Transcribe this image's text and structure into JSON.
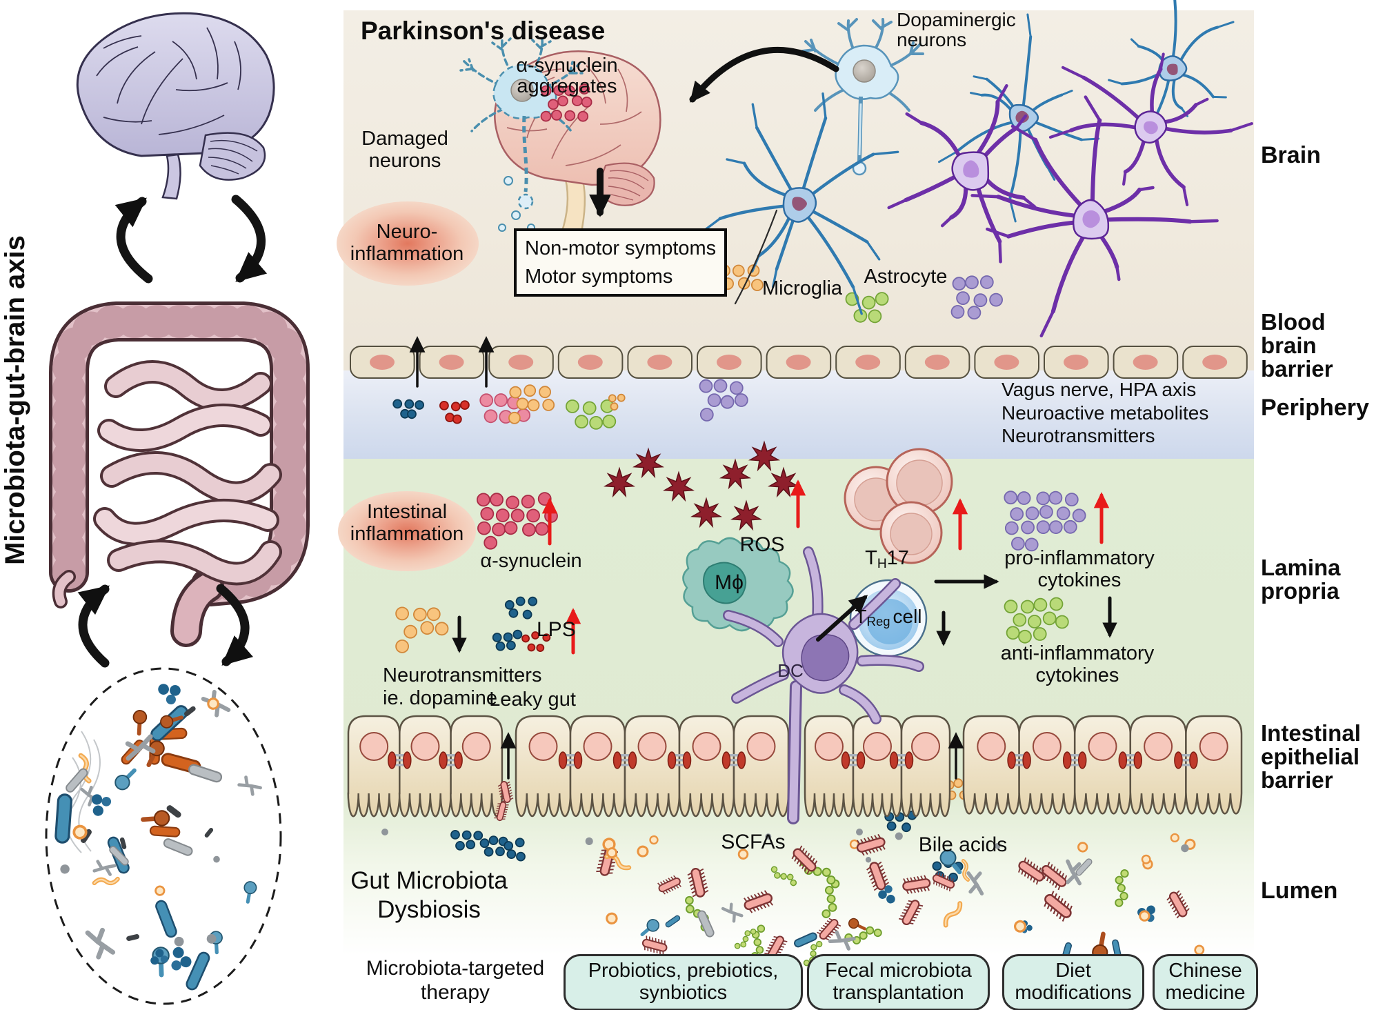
{
  "figure": {
    "axis_label": "Microbiota-gut-brain axis",
    "title": "Parkinson's disease"
  },
  "brain_section": {
    "damaged_neurons": "Damaged\nneurons",
    "alpha_synuclein_aggregates": "α-synuclein\naggregates",
    "neuro_inflammation": "Neuro-\ninflammation",
    "symptoms": {
      "line1": "Non-motor symptoms",
      "line2": "Motor symptoms"
    },
    "microglia": "Microglia",
    "astrocyte": "Astrocyte",
    "dopaminergic_neurons": "Dopaminergic\nneurons"
  },
  "region_labels": {
    "brain": "Brain",
    "blood_brain_barrier": "Blood\nbrain\nbarrier",
    "periphery": "Periphery",
    "lamina_propria": "Lamina\npropria",
    "intestinal_epithelial_barrier": "Intestinal\nepithelial\nbarrier",
    "lumen": "Lumen"
  },
  "periphery_section": {
    "signals": "Vagus nerve, HPA axis\nNeuroactive metabolites\nNeurotransmitters"
  },
  "lamina_propria_section": {
    "intestinal_inflammation": "Intestinal\ninflammation",
    "alpha_synuclein": "α-synuclein",
    "ros": "ROS",
    "macrophage": "Mϕ",
    "th17": {
      "t": "T",
      "sub": "H",
      "rest": "17"
    },
    "treg": {
      "t": "T",
      "sub": "Reg",
      "rest": "cell"
    },
    "dc": "DC",
    "pro_inflammatory": "pro-inflammatory\ncytokines",
    "anti_inflammatory": "anti-inflammatory\ncytokines",
    "lps": "LPS",
    "neurotransmitters": "Neurotransmitters\nie. dopamine",
    "leaky_gut": "Leaky gut"
  },
  "barrier_section": {
    "scfas": "SCFAs",
    "bile_acids": "Bile acids"
  },
  "lumen_section": {
    "dysbiosis": "Gut Microbiota\nDysbiosis"
  },
  "therapy": {
    "label": "Microbiota-targeted\ntherapy",
    "buttons": [
      "Probiotics, prebiotics,\nsynbiotics",
      "Fecal microbiota\ntransplantation",
      "Diet\nmodifications",
      "Chinese\nmedicine"
    ]
  },
  "colors": {
    "red_arrow": "#e81a1a",
    "black_arrow": "#101010",
    "brain_band": "#f1ece2",
    "periphery_band": "#d8e0f0",
    "lamina_band": "#e0ebd3",
    "therapy_button": "#d8efe8"
  }
}
